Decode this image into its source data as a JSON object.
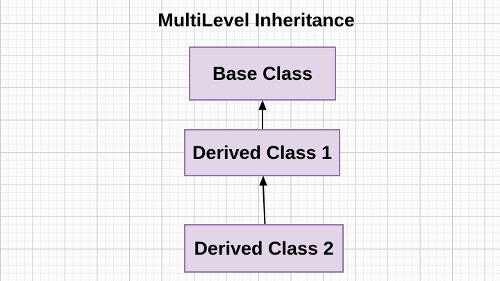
{
  "diagram": {
    "title": "MultiLevel Inheritance",
    "nodes": [
      {
        "id": "base",
        "label": "Base Class"
      },
      {
        "id": "derived1",
        "label": "Derived Class 1"
      },
      {
        "id": "derived2",
        "label": "Derived Class 2"
      }
    ],
    "edges": [
      {
        "from": "Derived Class 1",
        "to": "Base Class",
        "arrow": "up"
      },
      {
        "from": "Derived Class 2",
        "to": "Derived Class 1",
        "arrow": "up"
      }
    ],
    "colors": {
      "background": "#fbfbfb",
      "grid_minor": "#ececec",
      "grid_major": "#c9c9c9",
      "node_fill": "#e1d5e7",
      "node_border": "#9673a6",
      "arrow": "#000000",
      "text": "#000000"
    }
  }
}
